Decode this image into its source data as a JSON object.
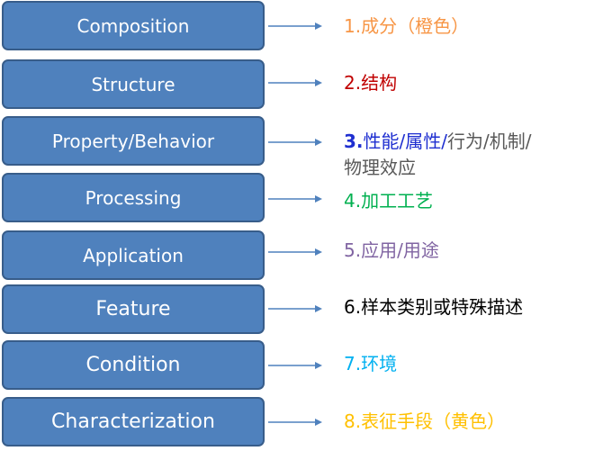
{
  "items": [
    {
      "box": "Composition",
      "num": "1.",
      "text": "成分（橙色）",
      "color": "#f79646"
    },
    {
      "box": "Structure",
      "num": "2.",
      "text": "结构",
      "color": "#c00000"
    },
    {
      "box": "Property/Behavior",
      "num": "3.",
      "text_a": "性能/属性/",
      "text_b": "行为/机制/",
      "text_c": "物理效应",
      "color": "#1f2fd0",
      "color_rest": "#595959"
    },
    {
      "box": "Processing",
      "num": "4.",
      "text": "加工工艺",
      "color": "#00b050"
    },
    {
      "box": "Application",
      "num": "5.",
      "text": "应用/用途",
      "color": "#8064a2"
    },
    {
      "box": "Feature",
      "num": "6.",
      "text": "样本类别或特殊描述",
      "color": "#000000"
    },
    {
      "box": "Condition",
      "num": "7.",
      "text": "环境",
      "color": "#00b0f0"
    },
    {
      "box": "Characterization",
      "num": "8.",
      "text": "表征手段（黄色）",
      "color": "#ffc000"
    }
  ],
  "colors": {
    "box_fill": "#4f81bd",
    "box_border": "#385d8a",
    "arrow": "#4f81bd"
  }
}
